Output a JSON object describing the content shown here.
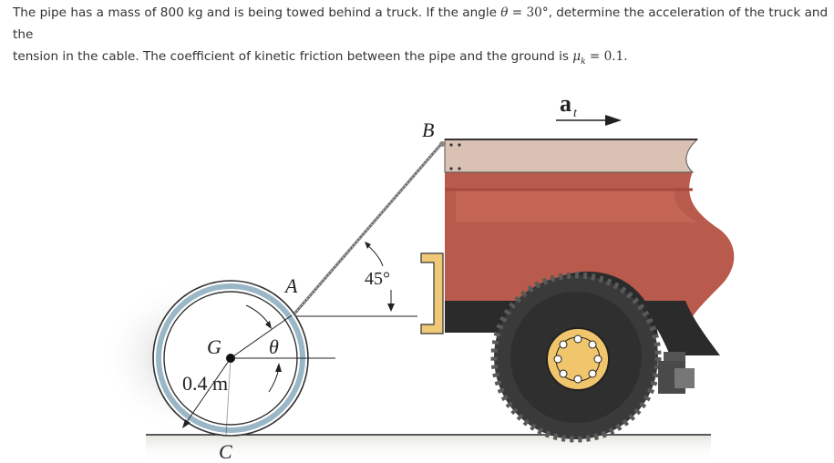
{
  "problem": {
    "line1_a": "The pipe has a mass of 800 kg and is being towed behind a truck. If the angle ",
    "theta": "θ",
    "line1_b": " = 30°",
    "line1_c": ", determine the acceleration of the truck and the",
    "line2_a": "tension in the cable. The coefficient of kinetic friction between the pipe and the ground is ",
    "mu": "μ",
    "mu_sub": "k",
    "line2_b": " = 0.1."
  },
  "figure": {
    "label_B": "B",
    "label_A": "A",
    "label_G": "G",
    "label_C": "C",
    "label_theta": "θ",
    "label_radius": "0.4 m",
    "label_angle": "45°",
    "label_at_main": "a",
    "label_at_sub": "t"
  },
  "colors": {
    "truck_body": "#b85a4c",
    "truck_top": "#d9c1b3",
    "bumper": "#f0c978",
    "tire": "#3a3a3a",
    "hub": "#f1c56c",
    "pipe_ring": "#9ab7c8"
  }
}
